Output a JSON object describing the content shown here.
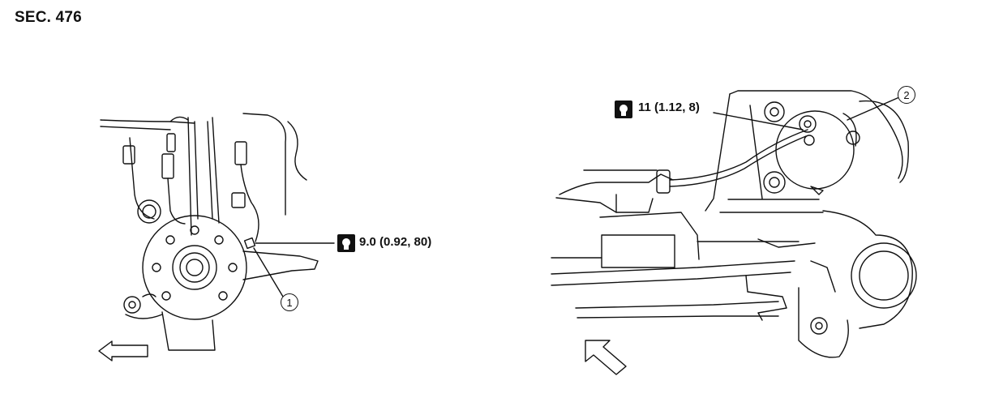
{
  "section_title": "SEC. 476",
  "views": {
    "front": {
      "torque": "9.0 (0.92, 80)",
      "callout": "1",
      "arrow": "front-direction-arrow"
    },
    "rear": {
      "torque": "11 (1.12, 8)",
      "callout": "2",
      "arrow": "front-direction-arrow"
    }
  },
  "icons": [
    "torque-wrench-icon",
    "torque-wrench-icon"
  ]
}
